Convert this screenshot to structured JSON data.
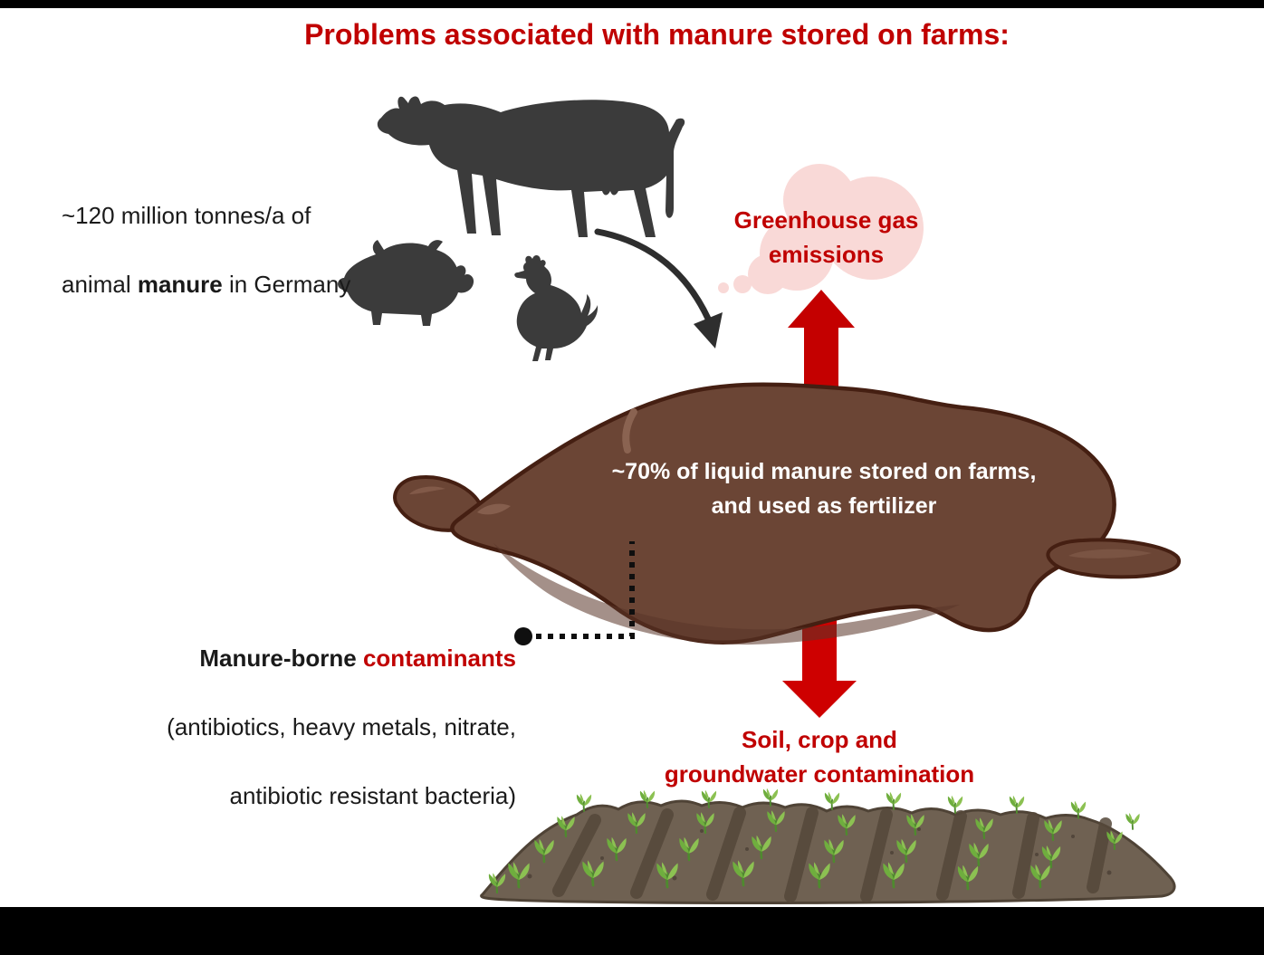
{
  "title": "Problems associated with manure stored on farms:",
  "left_note": {
    "line1": "~120 million tonnes/a of",
    "line2_pre": "animal ",
    "line2_bold": "manure",
    "line2_post": " in Germany"
  },
  "labels": {
    "greenhouse": "Greenhouse gas\nemissions",
    "manure_storage": "~70% of liquid manure stored on farms,\nand used as fertilizer",
    "soil": "Soil, crop and\ngroundwater contamination"
  },
  "contaminants": {
    "lead_black": "Manure-borne ",
    "lead_red": "contaminants",
    "line2": "(antibiotics, heavy metals, nitrate,",
    "line3": "antibiotic resistant bacteria)"
  },
  "icons": {
    "cow": "cow-silhouette",
    "pig": "pig-silhouette",
    "chicken": "chicken-silhouette",
    "flow_arrow": "curved-black-arrow",
    "emission_arrow": "red-up-arrow",
    "leach_arrow": "red-down-arrow",
    "cloud": "pink-thought-cloud",
    "puddle": "brown-manure-puddle",
    "field": "soil-field-with-seedlings",
    "connector": "dotted-elbow-connector"
  },
  "colors": {
    "accent_red": "#C00000",
    "cloud_pink": "#F9D9D7",
    "manure_brown": "#6B4535",
    "manure_outline": "#451F12",
    "manure_highlight": "#8A6351",
    "animal_gray": "#3B3B3B",
    "soil_brown": "#6F6152",
    "soil_dark": "#564A3D",
    "sprout_green": "#6FAE3E",
    "sprout_light": "#8CC152",
    "text_black": "#1A1A1A",
    "white": "#FFFFFF"
  }
}
